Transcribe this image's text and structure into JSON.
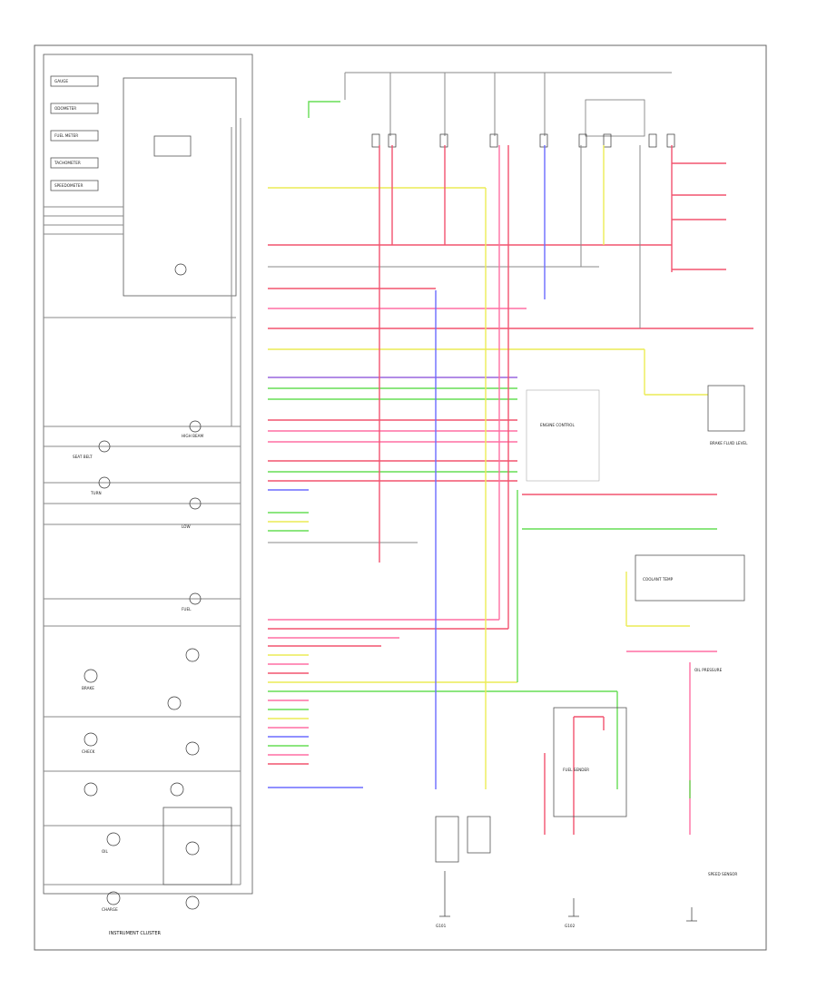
{
  "diagram": {
    "title": "INSTRUMENT CLUSTER",
    "colors": {
      "red": "#f2536f",
      "pink": "#ff6fa3",
      "blue": "#6b6bff",
      "yellow": "#ecec55",
      "green": "#66dd55",
      "purple": "#9966dd",
      "gray": "#8a8a8a",
      "black": "#333333"
    },
    "gauges": [
      {
        "label": "GAUGE"
      },
      {
        "label": "ODOMETER"
      },
      {
        "label": "FUEL METER"
      },
      {
        "label": "TACHOMETER"
      },
      {
        "label": "SPEEDOMETER"
      }
    ],
    "cluster_labels": [
      "HIGH BEAM",
      "SEAT BELT",
      "TURN",
      "LOW",
      "FUEL",
      "BRAKE",
      "CHECK",
      "OIL",
      "CHARGE"
    ],
    "bottom_labels": [
      "G101",
      "G102"
    ],
    "nodes": [
      {
        "name": "ENGINE CONTROL"
      },
      {
        "name": "BRAKE FLUID LEVEL"
      },
      {
        "name": "FUEL SENDER"
      },
      {
        "name": "OIL PRESSURE"
      },
      {
        "name": "COOLANT TEMP"
      },
      {
        "name": "SPEED SENSOR"
      }
    ]
  }
}
